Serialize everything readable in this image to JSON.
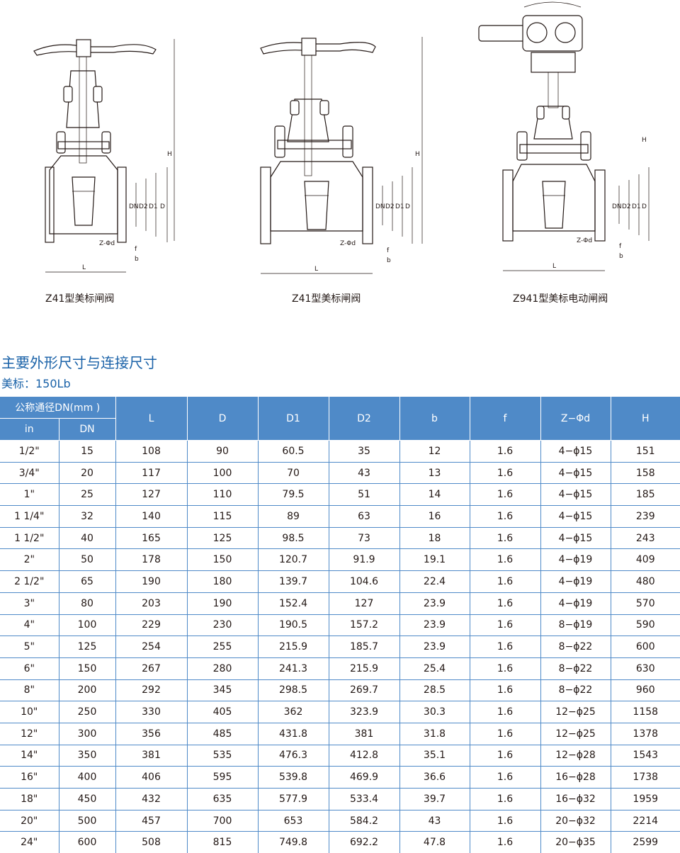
{
  "drawings": [
    {
      "caption": "Z41型美标闸阀",
      "labels": {
        "H": "H",
        "DN": "DN",
        "D2": "D2",
        "D1": "D1",
        "D": "D",
        "L": "L",
        "b": "b",
        "f": "f",
        "zd": "Z-Φd"
      }
    },
    {
      "caption": "Z41型美标闸阀",
      "labels": {
        "H": "H",
        "DN": "DN",
        "D2": "D2",
        "D1": "D1",
        "D": "D",
        "L": "L",
        "b": "b",
        "f": "f",
        "zd": "Z-Φd"
      }
    },
    {
      "caption": "Z941型美标电动闸阀",
      "labels": {
        "H": "H",
        "DN": "DN",
        "D2": "D2",
        "D1": "D1",
        "D": "D",
        "L": "L",
        "b": "b",
        "f": "f",
        "zd": "Z-Φd"
      }
    }
  ],
  "section_title": "主要外形尺寸与连接尺寸",
  "standard_label": "美标：150Lb",
  "table": {
    "group_header": "公称通径DN(mm )",
    "sub_headers": [
      "in",
      "DN"
    ],
    "columns": [
      "L",
      "D",
      "D1",
      "D2",
      "b",
      "f",
      "Z−Φd",
      "H"
    ],
    "rows": [
      [
        "1/2\"",
        "15",
        "108",
        "90",
        "60.5",
        "35",
        "12",
        "1.6",
        "4−ϕ15",
        "151"
      ],
      [
        "3/4\"",
        "20",
        "117",
        "100",
        "70",
        "43",
        "13",
        "1.6",
        "4−ϕ15",
        "158"
      ],
      [
        "1\"",
        "25",
        "127",
        "110",
        "79.5",
        "51",
        "14",
        "1.6",
        "4−ϕ15",
        "185"
      ],
      [
        "1 1/4\"",
        "32",
        "140",
        "115",
        "89",
        "63",
        "16",
        "1.6",
        "4−ϕ15",
        "239"
      ],
      [
        "1 1/2\"",
        "40",
        "165",
        "125",
        "98.5",
        "73",
        "18",
        "1.6",
        "4−ϕ15",
        "243"
      ],
      [
        "2\"",
        "50",
        "178",
        "150",
        "120.7",
        "91.9",
        "19.1",
        "1.6",
        "4−ϕ19",
        "409"
      ],
      [
        "2 1/2\"",
        "65",
        "190",
        "180",
        "139.7",
        "104.6",
        "22.4",
        "1.6",
        "4−ϕ19",
        "480"
      ],
      [
        "3\"",
        "80",
        "203",
        "190",
        "152.4",
        "127",
        "23.9",
        "1.6",
        "4−ϕ19",
        "570"
      ],
      [
        "4\"",
        "100",
        "229",
        "230",
        "190.5",
        "157.2",
        "23.9",
        "1.6",
        "8−ϕ19",
        "590"
      ],
      [
        "5\"",
        "125",
        "254",
        "255",
        "215.9",
        "185.7",
        "23.9",
        "1.6",
        "8−ϕ22",
        "600"
      ],
      [
        "6\"",
        "150",
        "267",
        "280",
        "241.3",
        "215.9",
        "25.4",
        "1.6",
        "8−ϕ22",
        "630"
      ],
      [
        "8\"",
        "200",
        "292",
        "345",
        "298.5",
        "269.7",
        "28.5",
        "1.6",
        "8−ϕ22",
        "960"
      ],
      [
        "10\"",
        "250",
        "330",
        "405",
        "362",
        "323.9",
        "30.3",
        "1.6",
        "12−ϕ25",
        "1158"
      ],
      [
        "12\"",
        "300",
        "356",
        "485",
        "431.8",
        "381",
        "31.8",
        "1.6",
        "12−ϕ25",
        "1378"
      ],
      [
        "14\"",
        "350",
        "381",
        "535",
        "476.3",
        "412.8",
        "35.1",
        "1.6",
        "12−ϕ28",
        "1543"
      ],
      [
        "16\"",
        "400",
        "406",
        "595",
        "539.8",
        "469.9",
        "36.6",
        "1.6",
        "16−ϕ28",
        "1738"
      ],
      [
        "18\"",
        "450",
        "432",
        "635",
        "577.9",
        "533.4",
        "39.7",
        "1.6",
        "16−ϕ32",
        "1959"
      ],
      [
        "20\"",
        "500",
        "457",
        "700",
        "653",
        "584.2",
        "43",
        "1.6",
        "20−ϕ32",
        "2214"
      ],
      [
        "24\"",
        "600",
        "508",
        "815",
        "749.8",
        "692.2",
        "47.8",
        "1.6",
        "20−ϕ35",
        "2599"
      ]
    ]
  }
}
